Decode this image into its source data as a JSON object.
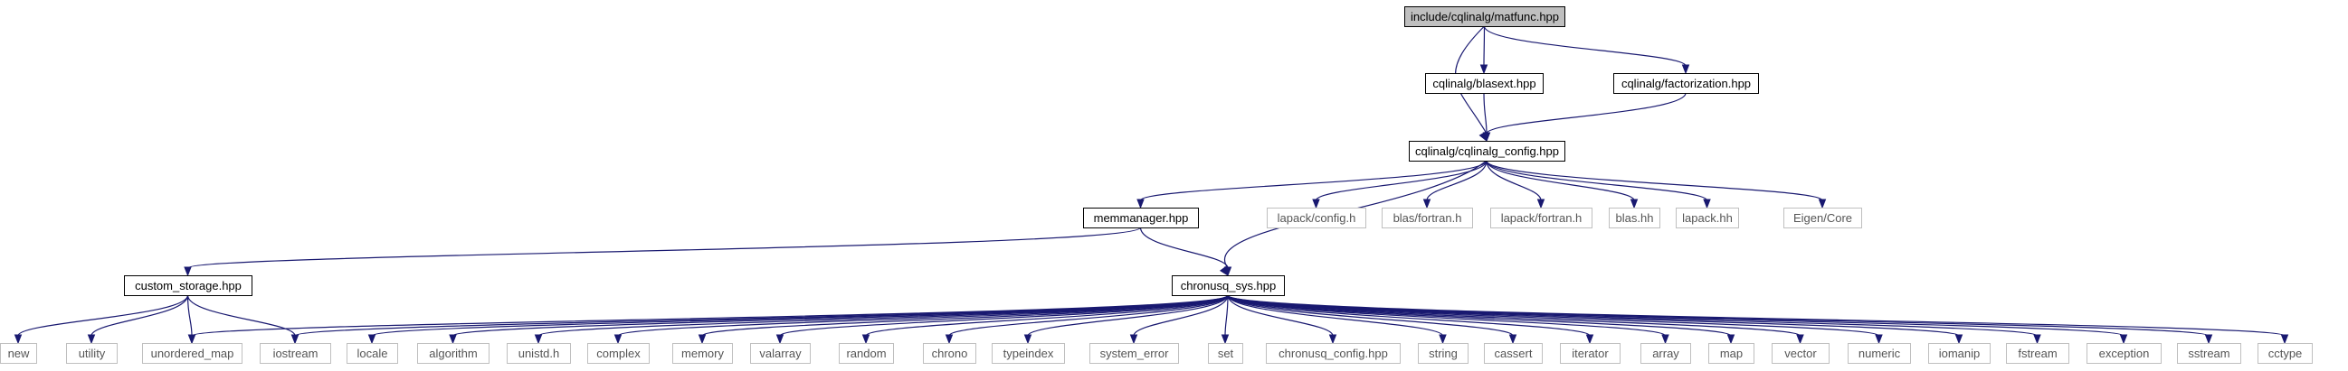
{
  "graph": {
    "nodes": [
      {
        "id": "matfunc",
        "label": "include/cqlinalg/matfunc.hpp",
        "kind": "main"
      },
      {
        "id": "blasext",
        "label": "cqlinalg/blasext.hpp",
        "kind": "doc"
      },
      {
        "id": "factorization",
        "label": "cqlinalg/factorization.hpp",
        "kind": "doc"
      },
      {
        "id": "config",
        "label": "cqlinalg/cqlinalg_config.hpp",
        "kind": "doc"
      },
      {
        "id": "memmanager",
        "label": "memmanager.hpp",
        "kind": "doc"
      },
      {
        "id": "lapack_config",
        "label": "lapack/config.h",
        "kind": "ext"
      },
      {
        "id": "blas_fortran",
        "label": "blas/fortran.h",
        "kind": "ext"
      },
      {
        "id": "lapack_fortran",
        "label": "lapack/fortran.h",
        "kind": "ext"
      },
      {
        "id": "blas_hh",
        "label": "blas.hh",
        "kind": "ext"
      },
      {
        "id": "lapack_hh",
        "label": "lapack.hh",
        "kind": "ext"
      },
      {
        "id": "eigen",
        "label": "Eigen/Core",
        "kind": "ext"
      },
      {
        "id": "custom_storage",
        "label": "custom_storage.hpp",
        "kind": "doc"
      },
      {
        "id": "chronusq_sys",
        "label": "chronusq_sys.hpp",
        "kind": "doc"
      },
      {
        "id": "new",
        "label": "new",
        "kind": "ext"
      },
      {
        "id": "utility",
        "label": "utility",
        "kind": "ext"
      },
      {
        "id": "unordered_map",
        "label": "unordered_map",
        "kind": "ext"
      },
      {
        "id": "iostream",
        "label": "iostream",
        "kind": "ext"
      },
      {
        "id": "locale",
        "label": "locale",
        "kind": "ext"
      },
      {
        "id": "algorithm",
        "label": "algorithm",
        "kind": "ext"
      },
      {
        "id": "unistd",
        "label": "unistd.h",
        "kind": "ext"
      },
      {
        "id": "complex",
        "label": "complex",
        "kind": "ext"
      },
      {
        "id": "memory",
        "label": "memory",
        "kind": "ext"
      },
      {
        "id": "valarray",
        "label": "valarray",
        "kind": "ext"
      },
      {
        "id": "random",
        "label": "random",
        "kind": "ext"
      },
      {
        "id": "chrono",
        "label": "chrono",
        "kind": "ext"
      },
      {
        "id": "typeindex",
        "label": "typeindex",
        "kind": "ext"
      },
      {
        "id": "system_error",
        "label": "system_error",
        "kind": "ext"
      },
      {
        "id": "set",
        "label": "set",
        "kind": "ext"
      },
      {
        "id": "chronusq_config",
        "label": "chronusq_config.hpp",
        "kind": "ext"
      },
      {
        "id": "string",
        "label": "string",
        "kind": "ext"
      },
      {
        "id": "cassert",
        "label": "cassert",
        "kind": "ext"
      },
      {
        "id": "iterator",
        "label": "iterator",
        "kind": "ext"
      },
      {
        "id": "array",
        "label": "array",
        "kind": "ext"
      },
      {
        "id": "map",
        "label": "map",
        "kind": "ext"
      },
      {
        "id": "vector",
        "label": "vector",
        "kind": "ext"
      },
      {
        "id": "numeric",
        "label": "numeric",
        "kind": "ext"
      },
      {
        "id": "iomanip",
        "label": "iomanip",
        "kind": "ext"
      },
      {
        "id": "fstream",
        "label": "fstream",
        "kind": "ext"
      },
      {
        "id": "exception",
        "label": "exception",
        "kind": "ext"
      },
      {
        "id": "sstream",
        "label": "sstream",
        "kind": "ext"
      },
      {
        "id": "cctype",
        "label": "cctype",
        "kind": "ext"
      }
    ],
    "edges": [
      [
        "matfunc",
        "config"
      ],
      [
        "matfunc",
        "blasext"
      ],
      [
        "matfunc",
        "factorization"
      ],
      [
        "blasext",
        "config"
      ],
      [
        "factorization",
        "config"
      ],
      [
        "config",
        "memmanager"
      ],
      [
        "config",
        "chronusq_sys"
      ],
      [
        "config",
        "lapack_config"
      ],
      [
        "config",
        "blas_fortran"
      ],
      [
        "config",
        "lapack_fortran"
      ],
      [
        "config",
        "blas_hh"
      ],
      [
        "config",
        "lapack_hh"
      ],
      [
        "config",
        "eigen"
      ],
      [
        "memmanager",
        "custom_storage"
      ],
      [
        "memmanager",
        "chronusq_sys"
      ],
      [
        "custom_storage",
        "new"
      ],
      [
        "custom_storage",
        "utility"
      ],
      [
        "custom_storage",
        "unordered_map"
      ],
      [
        "custom_storage",
        "iostream"
      ],
      [
        "chronusq_sys",
        "unordered_map"
      ],
      [
        "chronusq_sys",
        "iostream"
      ],
      [
        "chronusq_sys",
        "locale"
      ],
      [
        "chronusq_sys",
        "algorithm"
      ],
      [
        "chronusq_sys",
        "unistd"
      ],
      [
        "chronusq_sys",
        "complex"
      ],
      [
        "chronusq_sys",
        "memory"
      ],
      [
        "chronusq_sys",
        "valarray"
      ],
      [
        "chronusq_sys",
        "random"
      ],
      [
        "chronusq_sys",
        "chrono"
      ],
      [
        "chronusq_sys",
        "typeindex"
      ],
      [
        "chronusq_sys",
        "system_error"
      ],
      [
        "chronusq_sys",
        "set"
      ],
      [
        "chronusq_sys",
        "chronusq_config"
      ],
      [
        "chronusq_sys",
        "string"
      ],
      [
        "chronusq_sys",
        "cassert"
      ],
      [
        "chronusq_sys",
        "iterator"
      ],
      [
        "chronusq_sys",
        "array"
      ],
      [
        "chronusq_sys",
        "map"
      ],
      [
        "chronusq_sys",
        "vector"
      ],
      [
        "chronusq_sys",
        "numeric"
      ],
      [
        "chronusq_sys",
        "iomanip"
      ],
      [
        "chronusq_sys",
        "fstream"
      ],
      [
        "chronusq_sys",
        "exception"
      ],
      [
        "chronusq_sys",
        "sstream"
      ],
      [
        "chronusq_sys",
        "cctype"
      ]
    ]
  },
  "colors": {
    "edge": "#191970",
    "main_fill": "#bfbfbf",
    "doc_border": "#000000",
    "ext_border": "#bfbfbf",
    "ext_text": "#555555"
  }
}
